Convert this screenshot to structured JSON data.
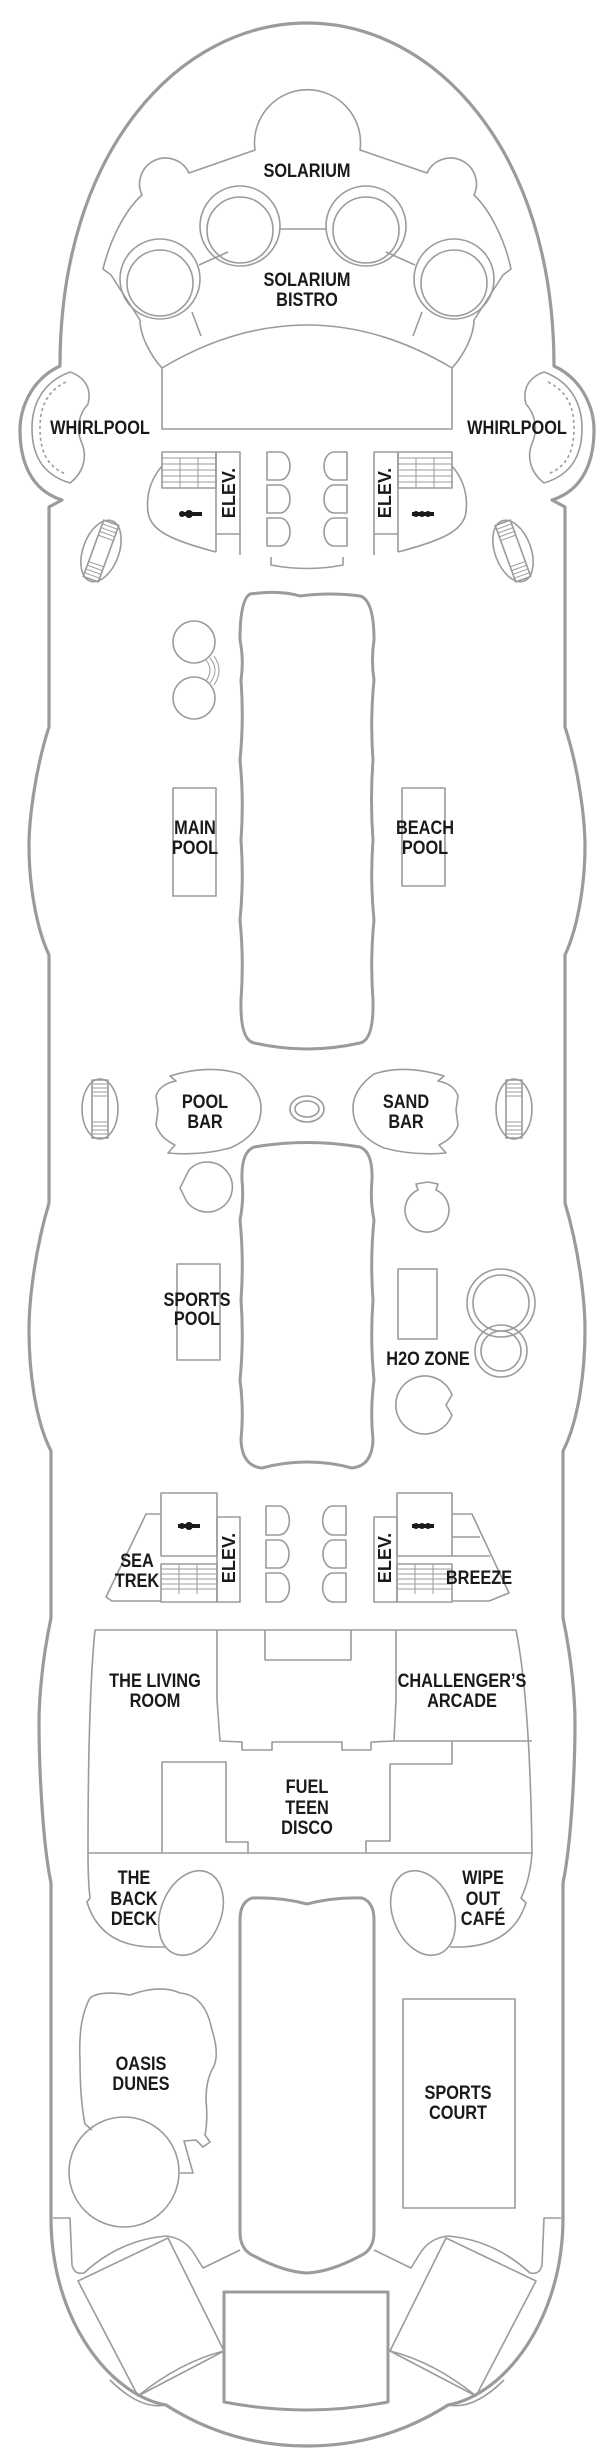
{
  "colors": {
    "line": "#9b9b9b",
    "text": "#1a1a1a",
    "background": "#ffffff"
  },
  "labels": {
    "solarium": [
      "SOLARIUM"
    ],
    "solarium_bistro": [
      "SOLARIUM",
      "BISTRO"
    ],
    "whirlpool_left": [
      "WHIRLPOOL"
    ],
    "whirlpool_right": [
      "WHIRLPOOL"
    ],
    "elevators": [
      "ELEV.",
      "ELEV.",
      "ELEV.",
      "ELEV."
    ],
    "main_pool": [
      "MAIN",
      "POOL"
    ],
    "beach_pool": [
      "BEACH",
      "POOL"
    ],
    "pool_bar": [
      "POOL",
      "BAR"
    ],
    "sand_bar": [
      "SAND",
      "BAR"
    ],
    "sports_pool": [
      "SPORTS",
      "POOL"
    ],
    "h2o_zone": [
      "H2O ZONE"
    ],
    "sea_trek": [
      "SEA",
      "TREK"
    ],
    "breeze": [
      "BREEZE"
    ],
    "living_room": [
      "THE LIVING",
      "ROOM"
    ],
    "challengers_arcade": [
      "CHALLENGER’S",
      "ARCADE"
    ],
    "fuel_teen_disco": [
      "FUEL",
      "TEEN",
      "DISCO"
    ],
    "back_deck": [
      "THE",
      "BACK",
      "DECK"
    ],
    "wipe_out_cafe": [
      "WIPE",
      "OUT",
      "CAFÉ"
    ],
    "oasis_dunes": [
      "OASIS",
      "DUNES"
    ],
    "sports_court": [
      "SPORTS",
      "COURT"
    ]
  },
  "icons": [
    "restroom-icon",
    "stairs-icon",
    "escalator-icon",
    "elevator-icon"
  ]
}
